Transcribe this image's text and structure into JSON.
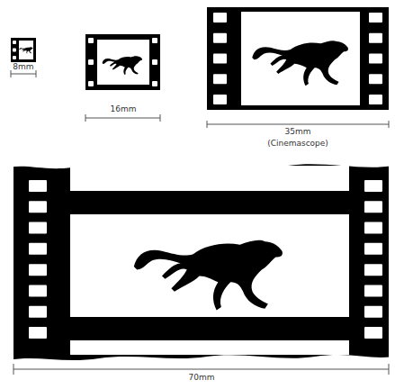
{
  "diagram": {
    "labels": [
      "8mm",
      "16mm",
      "35mm",
      "(Cinemascope)",
      "70mm"
    ]
  }
}
